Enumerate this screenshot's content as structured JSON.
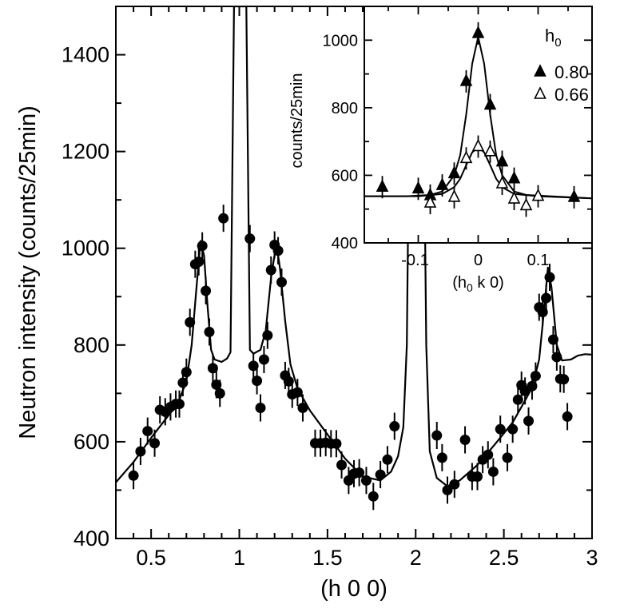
{
  "chart_data": [
    {
      "id": "main",
      "type": "scatter",
      "xlabel": "(h 0 0)",
      "ylabel": "Neutron intensity (counts/25min)",
      "xlim": [
        0.3,
        3.0
      ],
      "ylim": [
        400,
        1500
      ],
      "x_ticks": [
        0.5,
        1,
        1.5,
        2,
        2.5,
        3
      ],
      "x_tick_labels": [
        "0.5",
        "1",
        "1.5",
        "2",
        "2.5",
        "3"
      ],
      "y_ticks": [
        400,
        600,
        800,
        1000,
        1200,
        1400
      ],
      "y_tick_labels": [
        "400",
        "600",
        "800",
        "1000",
        "1200",
        "1400"
      ],
      "marker": "filled-circle",
      "color": "#000000",
      "grid": false,
      "points": [
        [
          0.4,
          530
        ],
        [
          0.44,
          580
        ],
        [
          0.48,
          622
        ],
        [
          0.52,
          597
        ],
        [
          0.55,
          666
        ],
        [
          0.58,
          662
        ],
        [
          0.61,
          672
        ],
        [
          0.64,
          678
        ],
        [
          0.66,
          678
        ],
        [
          0.68,
          722
        ],
        [
          0.7,
          744
        ],
        [
          0.72,
          847
        ],
        [
          0.75,
          967
        ],
        [
          0.77,
          972
        ],
        [
          0.79,
          1005
        ],
        [
          0.81,
          912
        ],
        [
          0.83,
          827
        ],
        [
          0.85,
          752
        ],
        [
          0.87,
          718
        ],
        [
          0.89,
          700
        ],
        [
          0.91,
          1062
        ],
        [
          1.06,
          1020
        ],
        [
          1.08,
          757
        ],
        [
          1.1,
          726
        ],
        [
          1.12,
          670
        ],
        [
          1.14,
          770
        ],
        [
          1.16,
          820
        ],
        [
          1.18,
          955
        ],
        [
          1.2,
          1007
        ],
        [
          1.22,
          995
        ],
        [
          1.24,
          930
        ],
        [
          1.26,
          737
        ],
        [
          1.28,
          725
        ],
        [
          1.3,
          698
        ],
        [
          1.33,
          702
        ],
        [
          1.36,
          670
        ],
        [
          1.43,
          597
        ],
        [
          1.46,
          597
        ],
        [
          1.49,
          598
        ],
        [
          1.52,
          596
        ],
        [
          1.55,
          596
        ],
        [
          1.58,
          552
        ],
        [
          1.62,
          520
        ],
        [
          1.65,
          534
        ],
        [
          1.68,
          536
        ],
        [
          1.72,
          520
        ],
        [
          1.76,
          487
        ],
        [
          1.8,
          532
        ],
        [
          1.84,
          563
        ],
        [
          1.88,
          632
        ],
        [
          2.12,
          613
        ],
        [
          2.15,
          567
        ],
        [
          2.18,
          500
        ],
        [
          2.22,
          512
        ],
        [
          2.28,
          604
        ],
        [
          2.32,
          528
        ],
        [
          2.35,
          528
        ],
        [
          2.38,
          563
        ],
        [
          2.41,
          573
        ],
        [
          2.44,
          538
        ],
        [
          2.48,
          626
        ],
        [
          2.52,
          567
        ],
        [
          2.55,
          626
        ],
        [
          2.58,
          687
        ],
        [
          2.6,
          717
        ],
        [
          2.62,
          705
        ],
        [
          2.64,
          643
        ],
        [
          2.66,
          715
        ],
        [
          2.68,
          736
        ],
        [
          2.7,
          878
        ],
        [
          2.72,
          868
        ],
        [
          2.74,
          897
        ],
        [
          2.76,
          940
        ],
        [
          2.78,
          811
        ],
        [
          2.8,
          775
        ],
        [
          2.82,
          730
        ],
        [
          2.84,
          729
        ],
        [
          2.86,
          652
        ]
      ],
      "fit_line": [
        [
          0.3,
          516
        ],
        [
          0.4,
          558
        ],
        [
          0.5,
          608
        ],
        [
          0.6,
          655
        ],
        [
          0.65,
          678
        ],
        [
          0.7,
          725
        ],
        [
          0.73,
          800
        ],
        [
          0.76,
          930
        ],
        [
          0.78,
          1015
        ],
        [
          0.8,
          985
        ],
        [
          0.82,
          880
        ],
        [
          0.84,
          790
        ],
        [
          0.86,
          770
        ],
        [
          0.9,
          765
        ],
        [
          0.93,
          772
        ],
        [
          0.95,
          785
        ],
        [
          0.97,
          1500
        ],
        [
          1.04,
          1500
        ],
        [
          1.06,
          790
        ],
        [
          1.08,
          782
        ],
        [
          1.12,
          790
        ],
        [
          1.15,
          830
        ],
        [
          1.18,
          940
        ],
        [
          1.21,
          1010
        ],
        [
          1.23,
          960
        ],
        [
          1.26,
          850
        ],
        [
          1.29,
          760
        ],
        [
          1.33,
          710
        ],
        [
          1.4,
          665
        ],
        [
          1.5,
          615
        ],
        [
          1.6,
          565
        ],
        [
          1.7,
          528
        ],
        [
          1.8,
          520
        ],
        [
          1.86,
          538
        ],
        [
          1.9,
          570
        ],
        [
          1.93,
          630
        ],
        [
          1.95,
          800
        ],
        [
          1.97,
          1500
        ],
        [
          2.04,
          1500
        ],
        [
          2.06,
          800
        ],
        [
          2.08,
          580
        ],
        [
          2.12,
          525
        ],
        [
          2.18,
          508
        ],
        [
          2.25,
          520
        ],
        [
          2.35,
          552
        ],
        [
          2.45,
          595
        ],
        [
          2.55,
          640
        ],
        [
          2.62,
          685
        ],
        [
          2.66,
          712
        ],
        [
          2.7,
          770
        ],
        [
          2.73,
          880
        ],
        [
          2.75,
          960
        ],
        [
          2.77,
          920
        ],
        [
          2.8,
          800
        ],
        [
          2.83,
          768
        ],
        [
          2.88,
          770
        ],
        [
          2.92,
          778
        ],
        [
          2.96,
          781
        ],
        [
          3.0,
          780
        ]
      ]
    },
    {
      "id": "inset",
      "type": "scatter",
      "xlabel": "(h",
      "xlabel_sub": "0",
      "xlabel_tail": " k 0)",
      "ylabel": "counts/25min",
      "xlim": [
        -0.19,
        0.19
      ],
      "ylim": [
        400,
        1100
      ],
      "x_ticks": [
        -0.1,
        0,
        0.1
      ],
      "x_tick_labels": [
        "-0.1",
        "0",
        "0.1"
      ],
      "y_ticks": [
        400,
        600,
        800,
        1000
      ],
      "y_tick_labels": [
        "400",
        "600",
        "800",
        "1000"
      ],
      "legend_title": "h",
      "legend_title_sub": "0",
      "legend_position": "top-right",
      "grid": false,
      "series": [
        {
          "name": "0.80",
          "marker": "filled-triangle",
          "points": [
            [
              -0.16,
              565
            ],
            [
              -0.1,
              560
            ],
            [
              -0.08,
              540
            ],
            [
              -0.06,
              570
            ],
            [
              -0.04,
              605
            ],
            [
              -0.02,
              878
            ],
            [
              0.0,
              1020
            ],
            [
              0.02,
              808
            ],
            [
              0.04,
              640
            ],
            [
              0.06,
              590
            ],
            [
              0.16,
              535
            ]
          ],
          "fit_line": [
            [
              -0.19,
              538
            ],
            [
              -0.12,
              538
            ],
            [
              -0.08,
              542
            ],
            [
              -0.06,
              552
            ],
            [
              -0.04,
              600
            ],
            [
              -0.03,
              660
            ],
            [
              -0.02,
              780
            ],
            [
              -0.01,
              930
            ],
            [
              0.0,
              1010
            ],
            [
              0.01,
              930
            ],
            [
              0.02,
              780
            ],
            [
              0.03,
              660
            ],
            [
              0.04,
              600
            ],
            [
              0.06,
              552
            ],
            [
              0.08,
              542
            ],
            [
              0.12,
              538
            ],
            [
              0.19,
              532
            ]
          ]
        },
        {
          "name": "0.66",
          "marker": "open-triangle",
          "points": [
            [
              -0.08,
              518
            ],
            [
              -0.04,
              535
            ],
            [
              -0.02,
              650
            ],
            [
              0.0,
              685
            ],
            [
              0.02,
              670
            ],
            [
              0.04,
              575
            ],
            [
              0.06,
              530
            ],
            [
              0.08,
              510
            ],
            [
              0.1,
              538
            ]
          ],
          "fit_line": [
            [
              -0.19,
              538
            ],
            [
              -0.1,
              538
            ],
            [
              -0.06,
              545
            ],
            [
              -0.04,
              565
            ],
            [
              -0.03,
              590
            ],
            [
              -0.02,
              630
            ],
            [
              -0.01,
              668
            ],
            [
              0.0,
              683
            ],
            [
              0.01,
              668
            ],
            [
              0.02,
              630
            ],
            [
              0.03,
              590
            ],
            [
              0.04,
              565
            ],
            [
              0.06,
              545
            ],
            [
              0.1,
              538
            ],
            [
              0.19,
              532
            ]
          ]
        }
      ]
    }
  ]
}
